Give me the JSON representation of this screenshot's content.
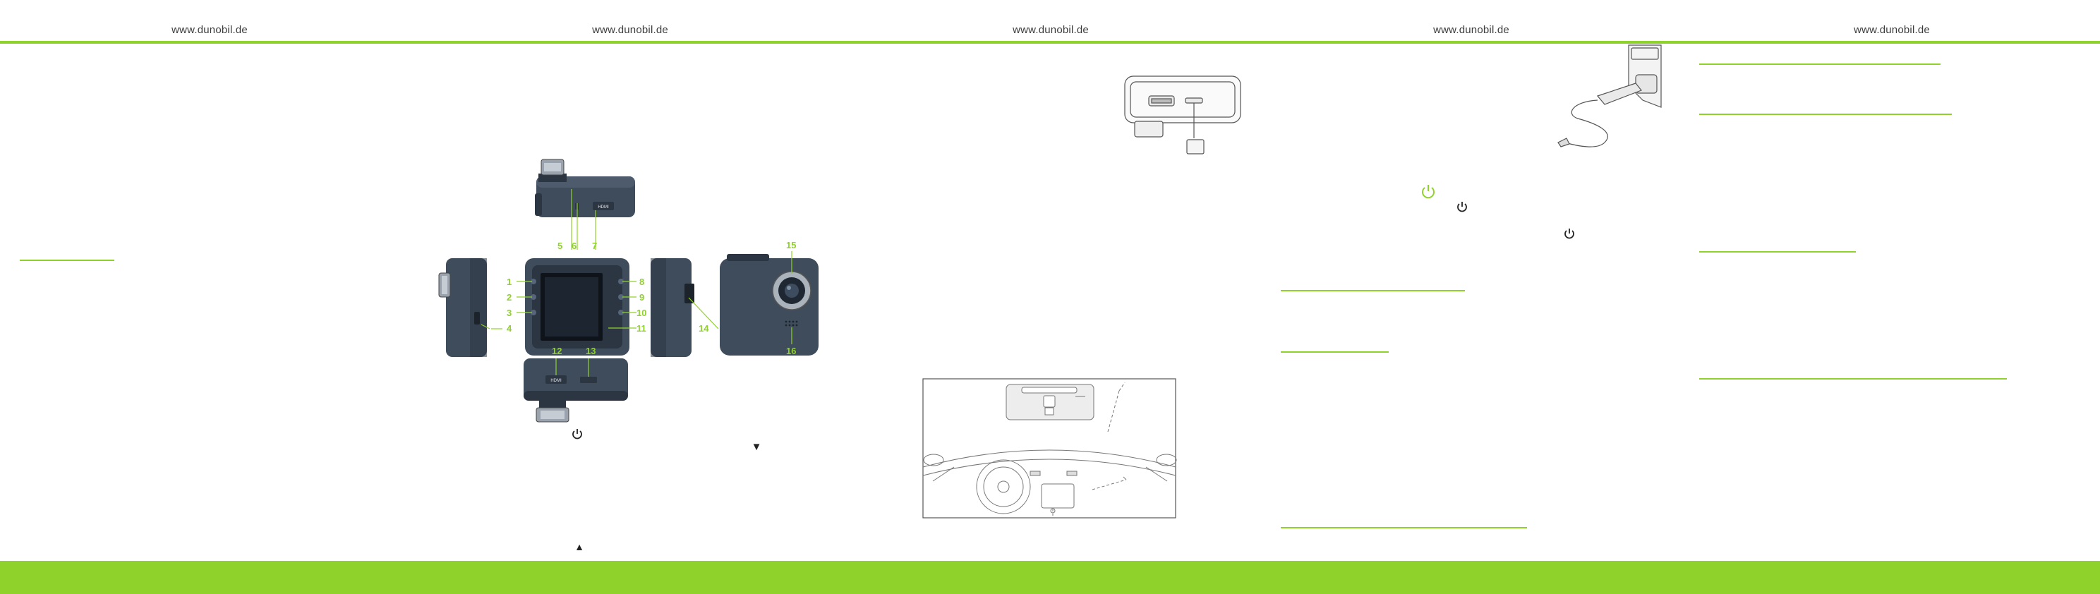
{
  "theme": {
    "accent": "#8fd22b",
    "device_body": "#3f4c5c",
    "device_dark": "#2c3642",
    "line_art": "#555555"
  },
  "header": {
    "urls": [
      "www.dunobil.de",
      "www.dunobil.de",
      "www.dunobil.de",
      "www.dunobil.de",
      "www.dunobil.de"
    ]
  },
  "camera_diagram": {
    "callouts": [
      "1",
      "2",
      "3",
      "4",
      "5",
      "6",
      "7",
      "8",
      "9",
      "10",
      "11",
      "12",
      "13",
      "14",
      "15",
      "16"
    ],
    "hdmi_text": "HDMI"
  },
  "symbols": {
    "power": "power-symbol",
    "down_arrow": "▼",
    "up_arrow": "▲"
  },
  "icons": [
    "power-icon",
    "power-icon-green",
    "down-arrow-icon",
    "up-arrow-icon",
    "microsd-card-icon",
    "car-charger-icon"
  ]
}
